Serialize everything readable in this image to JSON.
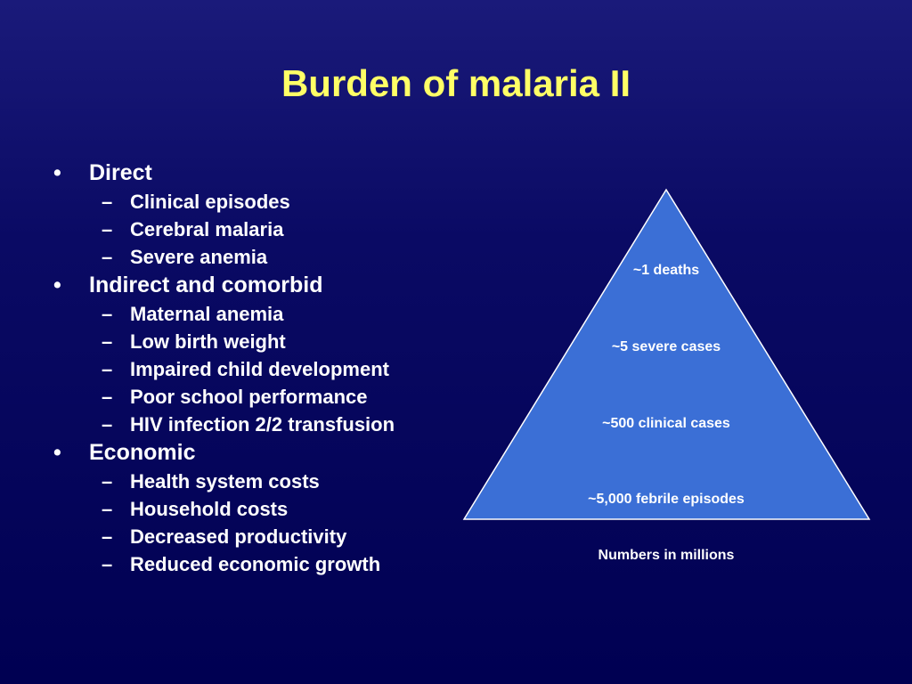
{
  "title": "Burden of malaria II",
  "bullets": [
    {
      "label": "Direct",
      "items": [
        "Clinical episodes",
        "Cerebral malaria",
        "Severe anemia"
      ]
    },
    {
      "label": "Indirect and comorbid",
      "items": [
        "Maternal anemia",
        "Low birth weight",
        "Impaired child development",
        "Poor school performance",
        "HIV infection 2/2 transfusion"
      ]
    },
    {
      "label": "Economic",
      "items": [
        "Health system costs",
        "Household costs",
        "Decreased productivity",
        "Reduced economic growth"
      ]
    }
  ],
  "pyramid": {
    "levels": [
      "~1 deaths",
      "~5 severe cases",
      "~500 clinical cases",
      "~5,000 febrile episodes"
    ],
    "note": "Numbers in millions",
    "fill_color": "#3b6fd6",
    "stroke_color": "#ffffff"
  },
  "colors": {
    "title": "#ffff66",
    "text": "#ffffff"
  }
}
